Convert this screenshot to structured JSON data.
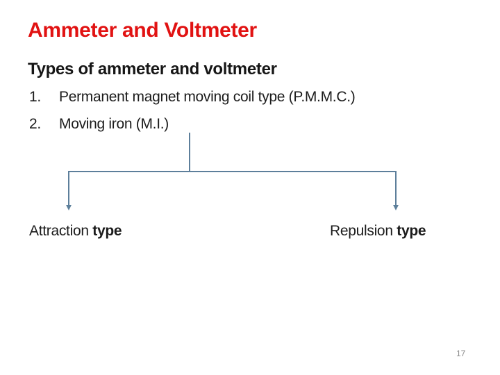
{
  "slide": {
    "title": "Ammeter and Voltmeter",
    "subtitle": "Types of ammeter and voltmeter",
    "list": [
      {
        "number": "1.",
        "text": "Permanent magnet moving coil type (P.M.M.C.)"
      },
      {
        "number": "2.",
        "text": "Moving iron (M.I.)"
      }
    ],
    "diagram": {
      "branches": [
        {
          "name": "Attraction",
          "emphasis": "type"
        },
        {
          "name": "Repulsion",
          "emphasis": "type"
        }
      ]
    },
    "page_number": "17",
    "colors": {
      "title_red": "#e11212",
      "body_text": "#1b1b1b",
      "connector_blue": "#5d7f9b",
      "page_number_gray": "#8a8a8a"
    }
  }
}
